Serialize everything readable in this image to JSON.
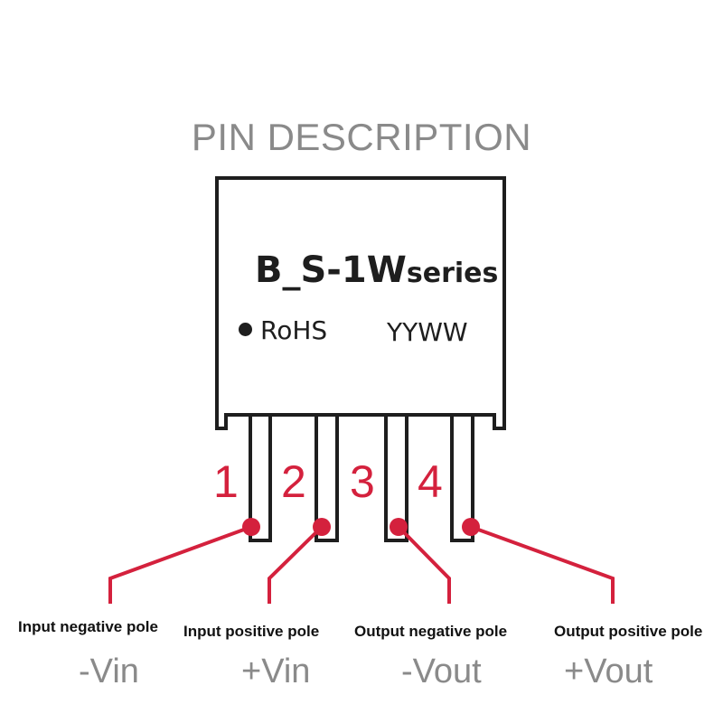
{
  "diagram": {
    "title": "PIN DESCRIPTION",
    "module": {
      "model_main": "B_S-1W",
      "model_suffix": "series",
      "rohs_label": "RoHS",
      "date_code": "YYWW"
    },
    "pins": [
      {
        "number": "1",
        "description": "Input negative pole",
        "symbol": "-Vin"
      },
      {
        "number": "2",
        "description": "Input positive pole",
        "symbol": "+Vin"
      },
      {
        "number": "3",
        "description": "Output negative pole",
        "symbol": "-Vout"
      },
      {
        "number": "4",
        "description": "Output positive pole",
        "symbol": "+Vout"
      }
    ],
    "colors": {
      "accent": "#d4213d",
      "outline": "#1e1e1e",
      "muted_text": "#8a8a8a"
    },
    "icons": [
      "rohs-dot-icon"
    ]
  }
}
